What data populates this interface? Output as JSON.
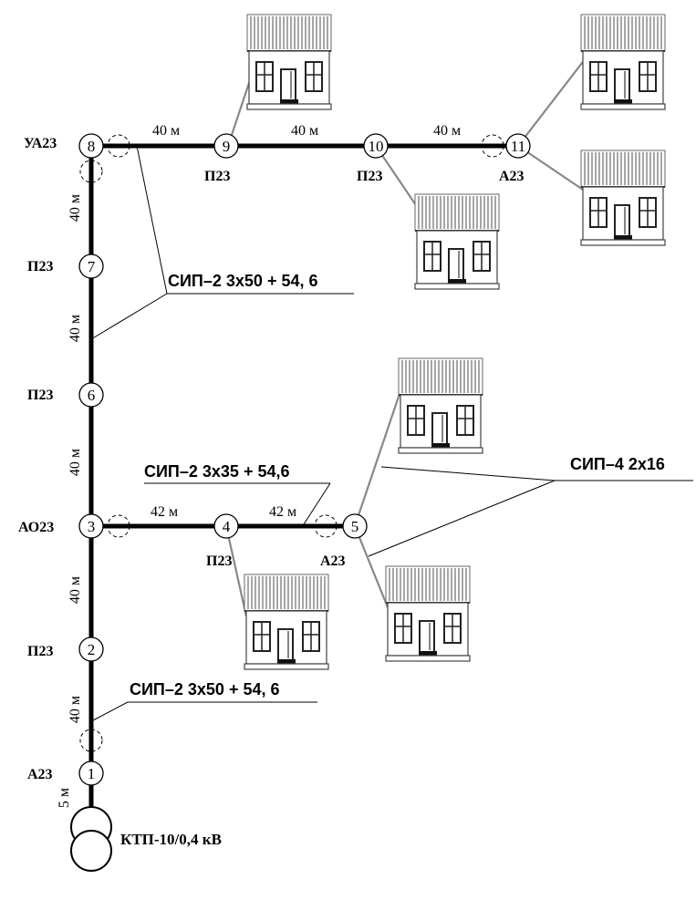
{
  "nodes": [
    {
      "id": "1",
      "type": "А23"
    },
    {
      "id": "2",
      "type": "П23"
    },
    {
      "id": "3",
      "type": "АО23"
    },
    {
      "id": "4",
      "type": "П23"
    },
    {
      "id": "5",
      "type": "А23"
    },
    {
      "id": "6",
      "type": "П23"
    },
    {
      "id": "7",
      "type": "П23"
    },
    {
      "id": "8",
      "type": "УА23"
    },
    {
      "id": "9",
      "type": "П23"
    },
    {
      "id": "10",
      "type": "П23"
    },
    {
      "id": "11",
      "type": "А23"
    }
  ],
  "spans": {
    "s_ktp_1": "5 м",
    "s_1_2": "40 м",
    "s_2_3": "40 м",
    "s_3_6": "40 м",
    "s_6_7": "40 м",
    "s_7_8": "40 м",
    "s_8_9": "40 м",
    "s_9_10": "40 м",
    "s_10_11": "40 м",
    "s_3_4": "42 м",
    "s_4_5": "42 м"
  },
  "cables": {
    "main_upper": "СИП–2  3х50 + 54, 6",
    "branch_3": "СИП–2  3х35 + 54,6",
    "services": "СИП–4  2х16",
    "main_lower": "СИП–2  3х50 + 54, 6"
  },
  "substation": "КТП-10/0,4 кВ"
}
